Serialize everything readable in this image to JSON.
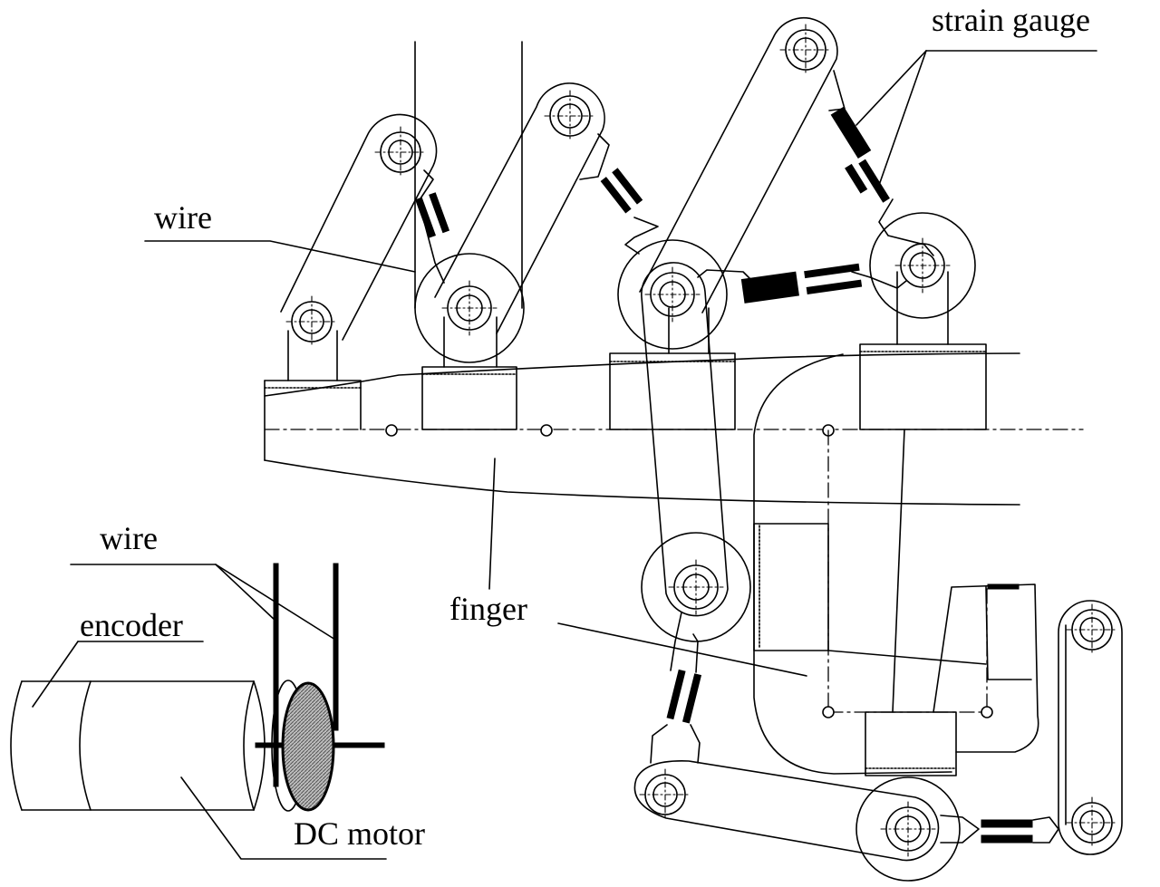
{
  "labels": {
    "strain_gauge": "strain gauge",
    "wire_top": "wire",
    "wire_bottom": "wire",
    "encoder": "encoder",
    "finger": "finger",
    "dc_motor": "DC motor"
  },
  "colors": {
    "ink": "#000000",
    "background": "#ffffff",
    "motor_face": "#9a9a9a"
  }
}
